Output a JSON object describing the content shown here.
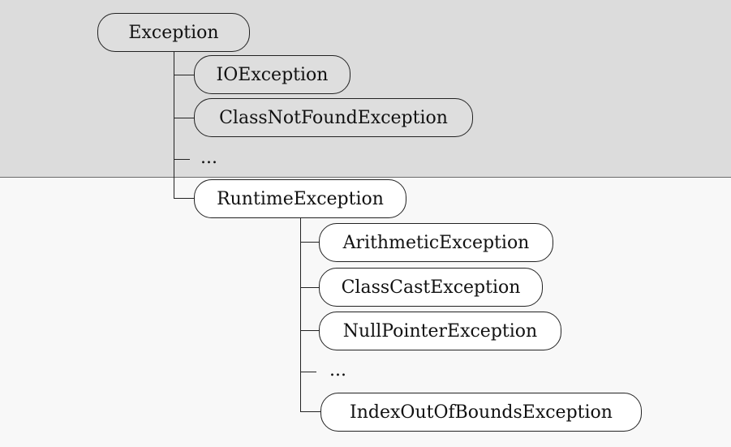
{
  "diagram": {
    "root": {
      "label": "Exception"
    },
    "root_children": [
      {
        "label": "IOException"
      },
      {
        "label": "ClassNotFoundException"
      },
      {
        "label": "..."
      },
      {
        "label": "RuntimeException"
      }
    ],
    "runtime_children": [
      {
        "label": "ArithmeticException"
      },
      {
        "label": "ClassCastException"
      },
      {
        "label": "NullPointerException"
      },
      {
        "label": "..."
      },
      {
        "label": "IndexOutOfBoundsException"
      }
    ]
  },
  "colors": {
    "top_band": "#dcdcdc",
    "bottom_band": "#f8f8f8",
    "line": "#222222"
  }
}
